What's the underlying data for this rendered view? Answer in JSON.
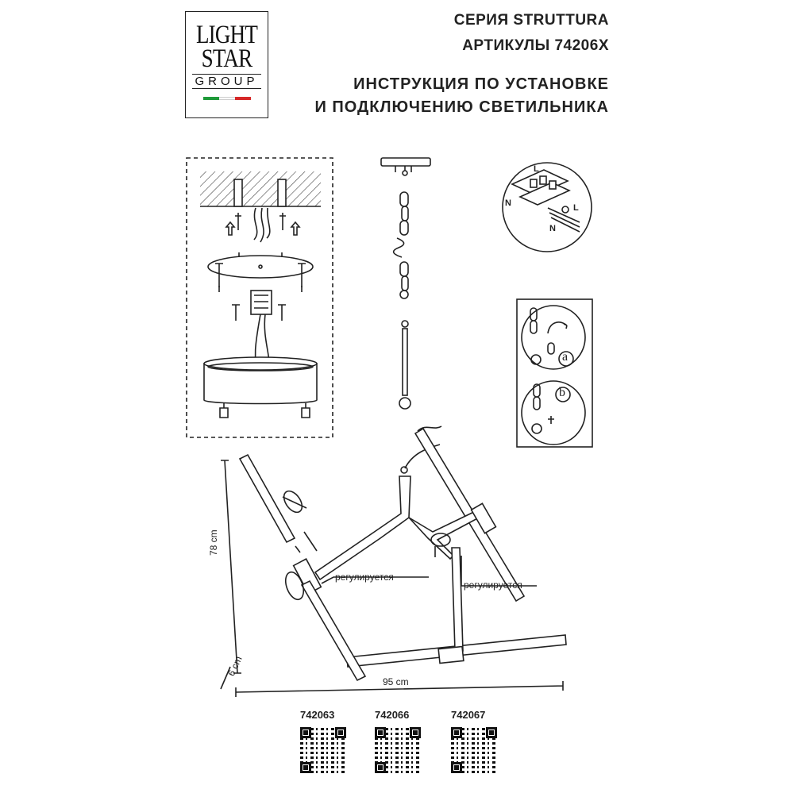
{
  "logo": {
    "line1": "LIGHT",
    "line2": "STAR",
    "line3": "GROUP",
    "flag_colors": [
      "#1f9a3a",
      "#ffffff",
      "#d62828"
    ]
  },
  "header": {
    "series": "СЕРИЯ STRUTTURA",
    "articles": "АРТИКУЛЫ 74206X",
    "instr_line1": "ИНСТРУКЦИЯ ПО УСТАНОВКЕ",
    "instr_line2": "И ПОДКЛЮЧЕНИЮ СВЕТИЛЬНИКА"
  },
  "wiring": {
    "L_top": "L",
    "N_top": "N",
    "L_bottom": "L",
    "N_bottom": "N"
  },
  "chain_steps": {
    "a": "a",
    "b": "b"
  },
  "dimensions": {
    "height": "78 cm",
    "width": "95 cm",
    "depth": "6 cm"
  },
  "labels": {
    "adjust_left": "регулируется",
    "adjust_right": "регулируется"
  },
  "codes": [
    "742063",
    "742066",
    "742067"
  ]
}
